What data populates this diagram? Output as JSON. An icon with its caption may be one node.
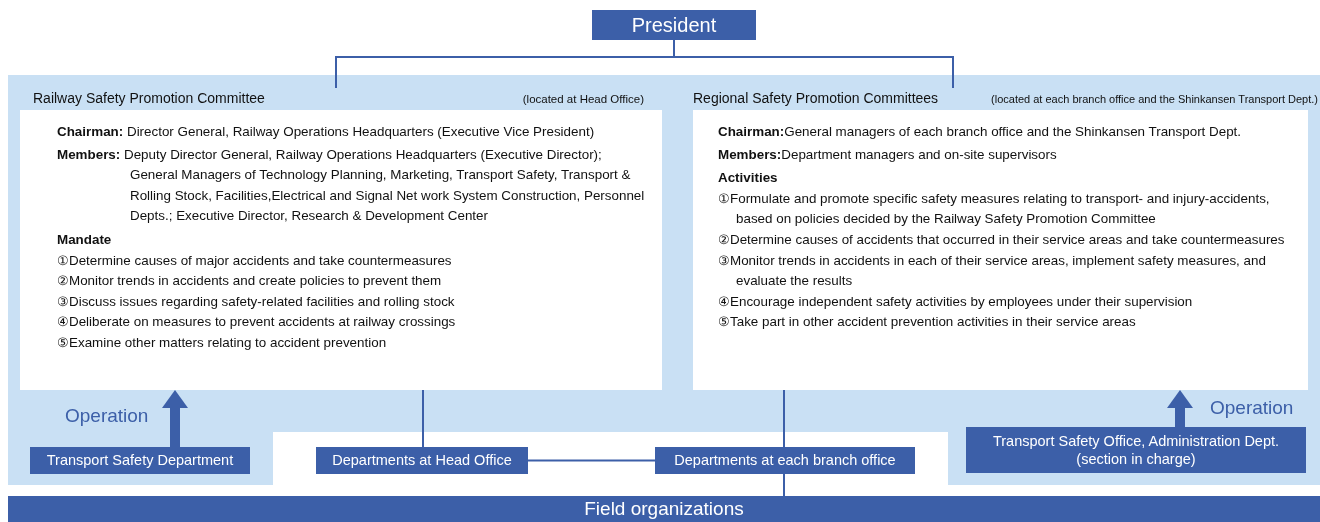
{
  "diagram": {
    "nodes": [
      {
        "text": [
          "President"
        ]
      },
      {
        "text": [
          "Railway Safety Promotion Committee",
          "(located at Head Office)",
          "**Chairman:** Director General, Railway Operations Headquarters (Executive Vice President)",
          "**Members:** Deputy Director General, Railway Operations Headquarters (Executive Director); General Managers of Technology Planning, Marketing, Transport Safety, Transport & Rolling Stock, Facilities,Electrical and Signal Net work System Construction, Personnel Depts.; Executive Director, Research & Development Center",
          "Mandate",
          "①Determine causes of major accidents and take countermeasures",
          "②Monitor trends in accidents and create policies to prevent them",
          "③Discuss issues regarding safety-related facilities and rolling stock",
          "④Deliberate on measures to prevent accidents at railway crossings",
          "⑤Examine other matters relating to accident prevention"
        ]
      },
      {
        "text": [
          "Regional Safety Promotion Committees",
          "(located at each branch office and the Shinkansen Transport Dept.)",
          "**Chairman:**General managers of each branch office and the Shinkansen Transport Dept.",
          "**Members:**Department managers and on-site supervisors",
          "Activities",
          "①Formulate and promote specific safety measures relating to transport- and injury-accidents, based on policies decided by the Railway Safety Promotion Committee",
          "②Determine causes of accidents that occurred in their service areas and take countermeasures",
          "③Monitor trends in accidents in each of their service areas, implement safety measures, and evaluate the results",
          "④Encourage independent safety activities by employees under their supervision",
          "⑤Take part in other accident prevention activities in their service areas"
        ]
      },
      {
        "text": [
          "Transport Safety Department"
        ]
      },
      {
        "text": [
          "Departments at Head Office"
        ]
      },
      {
        "text": [
          "Departments at each branch office"
        ]
      },
      {
        "text": [
          "Transport Safety Office, Administration Dept. (section in charge)"
        ]
      },
      {
        "text": [
          "Field organizations"
        ]
      }
    ],
    "edges": [
      {
        "from": 0,
        "to": 1,
        "arrow": "none"
      },
      {
        "from": 0,
        "to": 2,
        "arrow": "none"
      },
      {
        "from": 3,
        "to": 1,
        "arrow": "to",
        "label": "Operation",
        "style": "thick"
      },
      {
        "from": 6,
        "to": 2,
        "arrow": "to",
        "label": "Operation",
        "style": "thick"
      },
      {
        "from": 1,
        "to": 4,
        "arrow": "none"
      },
      {
        "from": 4,
        "to": 5,
        "arrow": "none"
      },
      {
        "from": 2,
        "to": 5,
        "arrow": "none"
      },
      {
        "from": 5,
        "to": 7,
        "arrow": "none"
      }
    ]
  }
}
